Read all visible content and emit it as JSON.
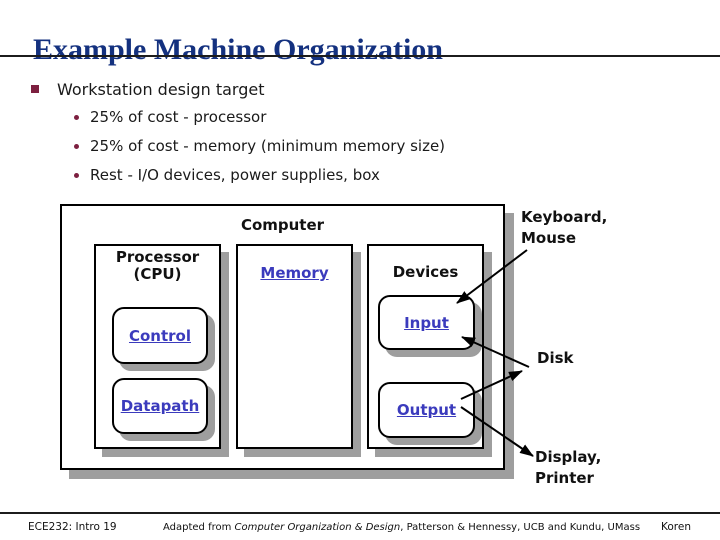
{
  "slide_title": "Example Machine Organization",
  "bullets": {
    "level1": "Workstation design target",
    "level2": [
      "25% of cost - processor",
      "25% of cost - memory (minimum memory size)",
      "Rest - I/O devices, power supplies, box"
    ]
  },
  "diagram": {
    "computer": "Computer",
    "processor_line1": "Processor",
    "processor_line2": "(CPU)",
    "memory": "Memory",
    "devices": "Devices",
    "control": "Control",
    "datapath": "Datapath",
    "input": "Input",
    "output": "Output",
    "keyboard_mouse_line1": "Keyboard,",
    "keyboard_mouse_line2": "Mouse",
    "disk": "Disk",
    "display_printer_line1": "Display,",
    "display_printer_line2": "Printer"
  },
  "footer": {
    "course": "ECE232: Intro 19",
    "credit_prefix": "Adapted from ",
    "credit_book": "Computer Organization & Design",
    "credit_suffix": ", Patterson & Hennessy, UCB and Kundu, UMass",
    "author": "Koren"
  },
  "colors": {
    "title_navy": "#14317f",
    "bullet_maroon": "#7d2040",
    "link_blue": "#3b3bbd",
    "shadow_gray": "#9e9e9e",
    "border_black": "#000000"
  }
}
